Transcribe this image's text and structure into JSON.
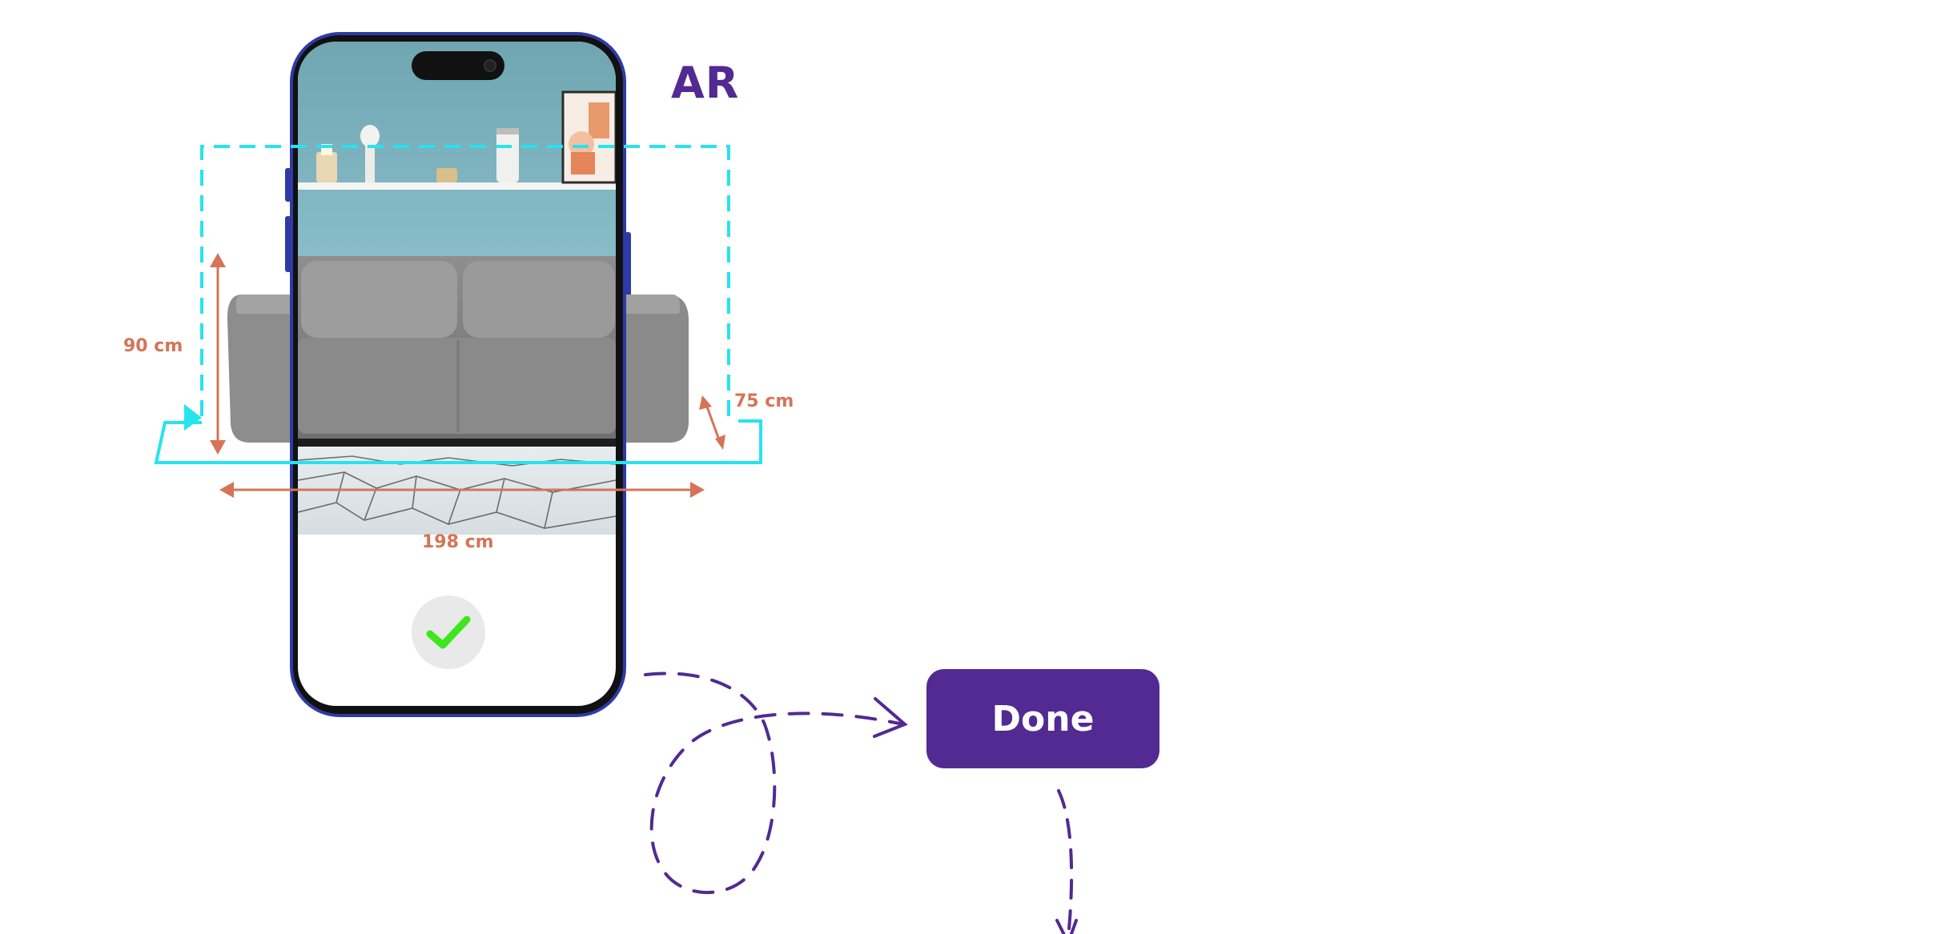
{
  "header": {
    "ar_label": "AR"
  },
  "dimensions": {
    "height": "90 cm",
    "depth": "75 cm",
    "width": "198 cm"
  },
  "actions": {
    "done_label": "Done",
    "confirm_icon": "checkmark-icon"
  },
  "colors": {
    "brand": "#522a92",
    "measure": "#d57456",
    "guide": "#26e3f0",
    "check": "#3ee61e",
    "phone_frame": "#2f3aa6"
  }
}
